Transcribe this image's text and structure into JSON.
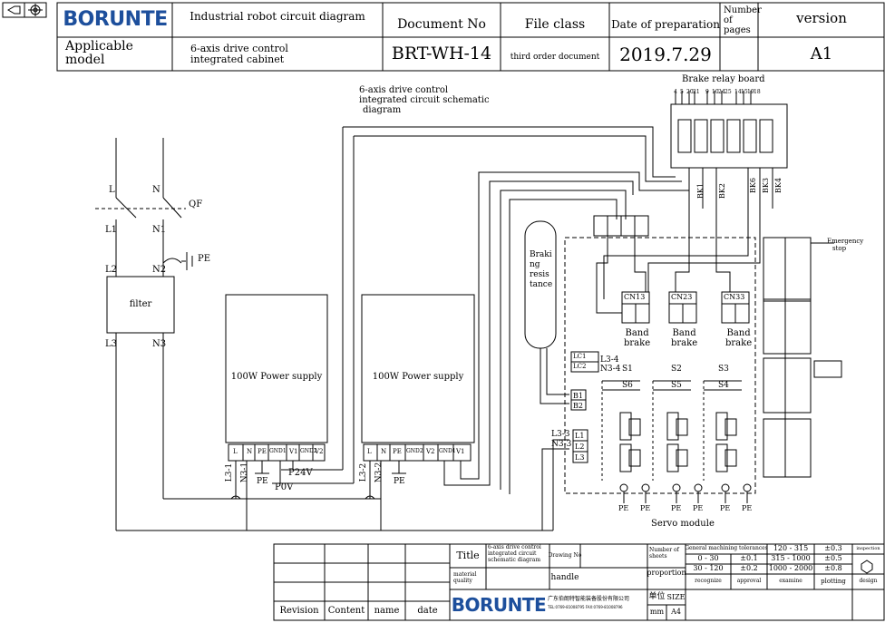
{
  "header": {
    "logo": "BORUNTE",
    "title_row1": "Industrial robot circuit diagram",
    "doc_no_label": "Document No",
    "file_class_label": "File class",
    "date_label": "Date of preparation",
    "pages_label_1": "Number",
    "pages_label_2": "of",
    "pages_label_3": "pages",
    "version_label": "version",
    "applicable_label_1": "Applicable",
    "applicable_label_2": "model",
    "applicable_value_1": "6-axis drive control",
    "applicable_value_2": "integrated cabinet",
    "doc_no_value": "BRT-WH-14",
    "file_class_value": "third order document",
    "date_value": "2019.7.29",
    "pages_value": "",
    "version_value": "A1"
  },
  "diagram": {
    "title_1": "6-axis drive control",
    "title_2": "integrated circuit schematic",
    "title_3": "diagram",
    "brake_relay_board": "Brake relay board",
    "relay_pins": [
      "4",
      "5",
      "20",
      "21",
      "9",
      "10",
      "24",
      "25",
      "14",
      "15",
      "19",
      "18"
    ],
    "bk_labels": [
      "BK1",
      "BK2",
      "BK6",
      "BK3",
      "BK4"
    ],
    "left_L": "L",
    "left_N": "N",
    "L1": "L1",
    "N1": "N1",
    "QF": "QF",
    "PE_left": "PE",
    "L2": "L2",
    "N2": "N2",
    "filter": "filter",
    "L3": "L3",
    "N3": "N3",
    "ps1": "100W Power supply",
    "ps2": "100W Power supply",
    "ps1_terms": [
      "L",
      "N",
      "PE",
      "GND1",
      "V1",
      "GND2",
      "V2"
    ],
    "ps2_terms": [
      "L",
      "N",
      "PE",
      "GND2",
      "V2",
      "GND1",
      "V1"
    ],
    "ps1_l": "L3-1",
    "ps1_n": "N3-1",
    "ps2_l": "L3-2",
    "ps2_n": "N3-2",
    "pe": "PE",
    "p24v": "P24V",
    "p0v": "P0V",
    "braking_1": "Braki",
    "braking_2": "ng",
    "braking_3": "resis",
    "braking_4": "tance",
    "cn13": "CN13",
    "cn23": "CN23",
    "cn33": "CN33",
    "band": "Band",
    "brake": "brake",
    "emergency_1": "Emergency",
    "emergency_2": "stop",
    "lc1": "LC1",
    "lc2": "LC2",
    "l34": "L3-4",
    "n34": "N3-4",
    "l33": "L3-3",
    "n33": "N3-3",
    "s1": "S1",
    "s2": "S2",
    "s3": "S3",
    "s4": "S4",
    "s5": "S5",
    "s6": "S6",
    "b1": "B1",
    "b2": "B2",
    "l1": "L1",
    "l2": "L2",
    "l3": "L3",
    "servo_module": "Servo module"
  },
  "titleblock": {
    "title_label": "Title",
    "title_value_1": "6-axis drive control",
    "title_value_2": "integrated circuit",
    "title_value_3": "schematic diagram",
    "drawing_no": "Drawing No",
    "material_1": "material",
    "material_2": "quality",
    "handle": "handle",
    "num_sheets_1": "Number of",
    "num_sheets_2": "sheets",
    "proportion": "proportion",
    "tol_header": "General machining tolerances",
    "tol_rows": [
      [
        "0 - 30",
        "±0.1",
        "315 - 1000",
        "±0.5"
      ],
      [
        "30 - 120",
        "±0.2",
        "1000 - 2000",
        "±0.8"
      ]
    ],
    "tol_top": [
      "120 - 315",
      "±0.3"
    ],
    "inspection": "inspection",
    "recognize": "recognize",
    "approval": "approval",
    "examine": "examine",
    "plotting": "plotting",
    "design": "design",
    "revision": "Revision",
    "content": "Content",
    "name": "name",
    "date": "date",
    "logo": "BORUNTE",
    "company": "广东伯朗特智能装备股份有限公司",
    "contact": "TEL:0769-81008795 FAX:0769-81008796",
    "unit": "单位",
    "unit_value": "mm",
    "size": "SIZE",
    "size_value": "A4"
  }
}
